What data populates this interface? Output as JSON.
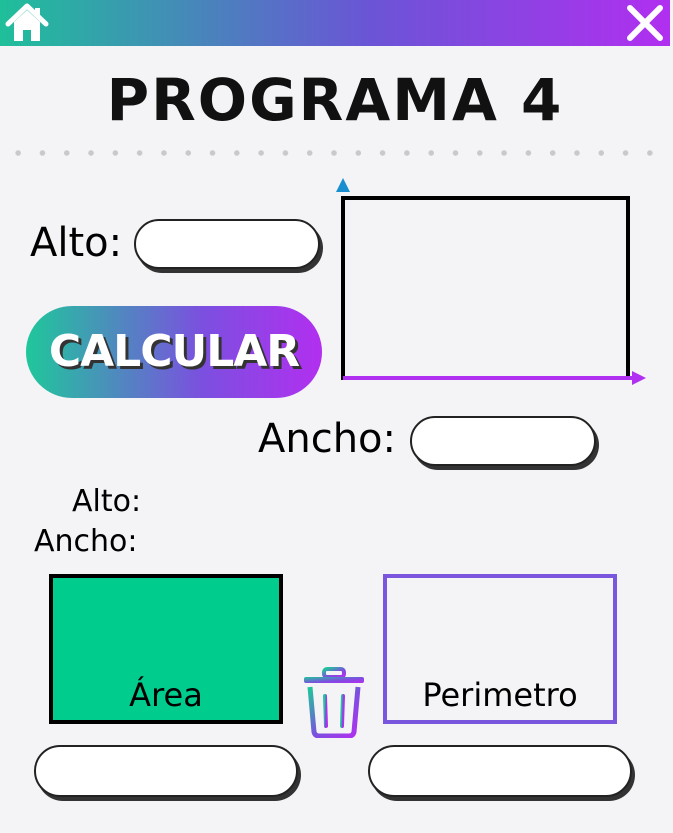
{
  "header": {
    "home_icon": "home-icon",
    "close_icon": "close-icon"
  },
  "title": "PROGRAMA 4",
  "inputs": {
    "alto_label": "Alto:",
    "alto_value": "",
    "ancho_label": "Ancho:",
    "ancho_value": ""
  },
  "calc_button": "CALCULAR",
  "results": {
    "alto_label": "Alto:",
    "ancho_label": "Ancho:",
    "area_label": "Área",
    "area_value": "",
    "perimetro_label": "Perimetro",
    "perimetro_value": ""
  },
  "trash_icon": "trash-icon",
  "colors": {
    "gradient_start": "#1fbf9a",
    "gradient_mid": "#6a55d6",
    "gradient_end": "#b12ff0",
    "area_fill": "#00cc8e",
    "perimeter_border": "#7a55dd",
    "y_axis": "#1a8fcf",
    "x_axis": "#b12ff0"
  }
}
